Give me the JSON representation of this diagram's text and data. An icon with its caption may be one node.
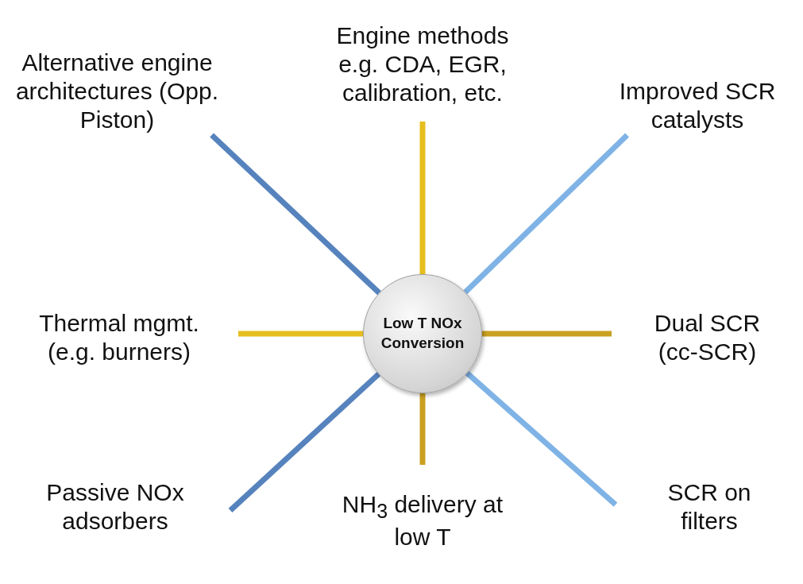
{
  "diagram": {
    "nodes": [
      {
        "text": [
          "Low T NOx Conversion"
        ]
      },
      {
        "text": [
          "Engine methods e.g. CDA, EGR, calibration, etc."
        ]
      },
      {
        "text": [
          "Alternative engine architectures (Opp. Piston)"
        ]
      },
      {
        "text": [
          "Improved SCR catalysts"
        ]
      },
      {
        "text": [
          "Thermal mgmt. (e.g. burners)"
        ]
      },
      {
        "text": [
          "Dual SCR (cc-SCR)"
        ]
      },
      {
        "text": [
          "Passive NOx adsorbers"
        ]
      },
      {
        "text": [
          "NH$_{3}$ delivery at low T"
        ]
      },
      {
        "text": [
          "SCR on filters"
        ]
      }
    ],
    "edges": [
      {
        "from": 0,
        "to": 1,
        "arrow": "none",
        "color": "#e6be1e"
      },
      {
        "from": 0,
        "to": 2,
        "arrow": "none",
        "color": "#5683bd"
      },
      {
        "from": 0,
        "to": 3,
        "arrow": "none",
        "color": "#7fb3e6"
      },
      {
        "from": 0,
        "to": 4,
        "arrow": "none",
        "color": "#e6be1e"
      },
      {
        "from": 0,
        "to": 5,
        "arrow": "none",
        "color": "#c9a020"
      },
      {
        "from": 0,
        "to": 6,
        "arrow": "none",
        "color": "#5683bd"
      },
      {
        "from": 0,
        "to": 7,
        "arrow": "none",
        "color": "#c9a020"
      },
      {
        "from": 0,
        "to": 8,
        "arrow": "none",
        "color": "#7fb3e6"
      }
    ]
  }
}
